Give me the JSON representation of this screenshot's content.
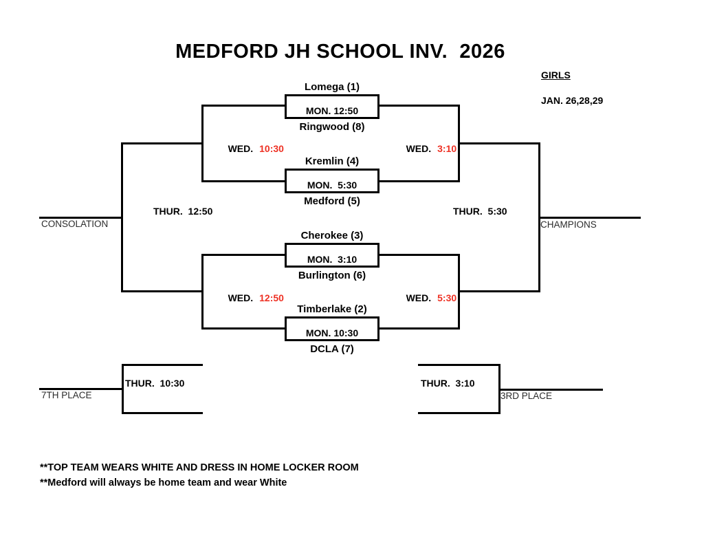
{
  "colors": {
    "line": "#000000",
    "time_red": "#ee3124",
    "muted_text": "#2b2b2b",
    "background": "#ffffff"
  },
  "header": {
    "title": "MEDFORD JH SCHOOL INV.  2026",
    "division": "GIRLS",
    "dates": "JAN. 26,28,29"
  },
  "bracket": {
    "round1_games": [
      {
        "top_team": "Lomega (1)",
        "bottom_team": "Ringwood (8)",
        "time": "MON. 12:50"
      },
      {
        "top_team": "Kremlin (4)",
        "bottom_team": "Medford (5)",
        "time": "MON.  5:30"
      },
      {
        "top_team": "Cherokee (3)",
        "bottom_team": "Burlington (6)",
        "time": "MON.  3:10"
      },
      {
        "top_team": "Timberlake (2)",
        "bottom_team": "DCLA (7)",
        "time": "MON. 10:30"
      }
    ],
    "round2_games": {
      "left_top": {
        "day": "WED.",
        "time": "10:30"
      },
      "right_top": {
        "day": "WED.",
        "time": "3:10"
      },
      "left_bottom": {
        "day": "WED.",
        "time": "12:50"
      },
      "right_bottom": {
        "day": "WED.",
        "time": "5:30"
      }
    },
    "semifinal_games": {
      "consolation_semi": "THUR.  12:50",
      "championship": "THUR.  5:30"
    },
    "placement": {
      "consolation_label": "CONSOLATION",
      "champions_label": "CHAMPIONS",
      "seventh_place_label": "7TH PLACE",
      "seventh_place_time": "THUR.  10:30",
      "third_place_label": "3RD PLACE",
      "third_place_time": "THUR.  3:10"
    }
  },
  "notes": [
    "**TOP TEAM WEARS WHITE AND DRESS IN HOME LOCKER ROOM",
    "**Medford will always be home team and wear White"
  ]
}
